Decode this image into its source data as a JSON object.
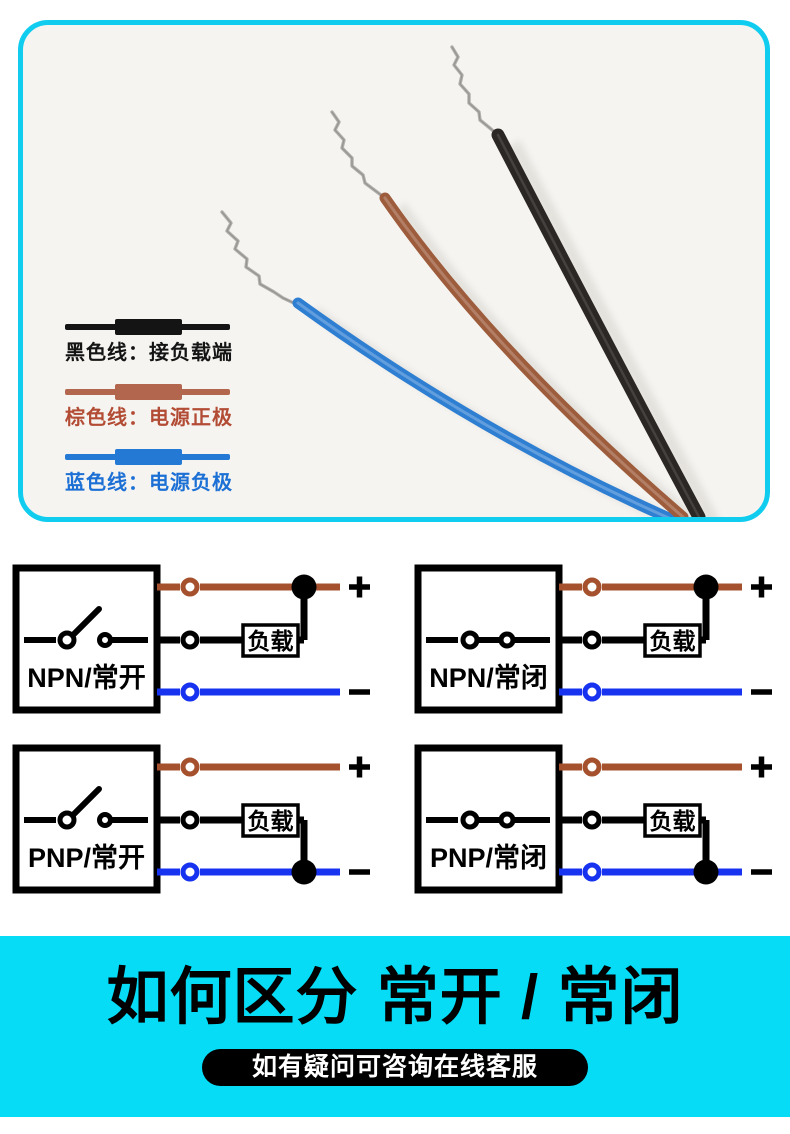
{
  "page": {
    "background": "#ffffff"
  },
  "photo_card": {
    "border_color": "#10cdf0",
    "background": "#f5f4f1",
    "photo_wires": [
      {
        "name": "black-wire",
        "color": "#2b2725"
      },
      {
        "name": "brown-wire",
        "color": "#9d5c3c"
      },
      {
        "name": "blue-wire",
        "color": "#2e7ed2"
      }
    ],
    "strand_color": "#b3b1ae",
    "legend": {
      "items": [
        {
          "id": "black",
          "label": "黑色线：接负载端",
          "symbol_color": "#141414",
          "text_color": "#141414"
        },
        {
          "id": "brown",
          "label": "棕色线：电源正极",
          "symbol_color": "#b2664e",
          "text_color": "#b34c35"
        },
        {
          "id": "blue",
          "label": "蓝色线：电源负极",
          "symbol_color": "#2379d3",
          "text_color": "#1c70d5"
        }
      ]
    }
  },
  "diagrams": {
    "load_label": "负载",
    "plus_label": "+",
    "minus_label": "−",
    "wire_colors": {
      "positive": "#a5512d",
      "signal": "#000000",
      "negative": "#1733f0"
    },
    "items": [
      {
        "label": "NPN/常开",
        "switch_state": "open",
        "load_connects_to": "positive"
      },
      {
        "label": "NPN/常闭",
        "switch_state": "closed",
        "load_connects_to": "positive"
      },
      {
        "label": "PNP/常开",
        "switch_state": "open",
        "load_connects_to": "negative"
      },
      {
        "label": "PNP/常闭",
        "switch_state": "closed",
        "load_connects_to": "negative"
      }
    ]
  },
  "banner": {
    "background": "#06dcf6",
    "title": "如何区分 常开 / 常闭",
    "pill": {
      "background": "#000000",
      "text": "如有疑问可咨询在线客服",
      "text_color": "#ffffff"
    }
  }
}
